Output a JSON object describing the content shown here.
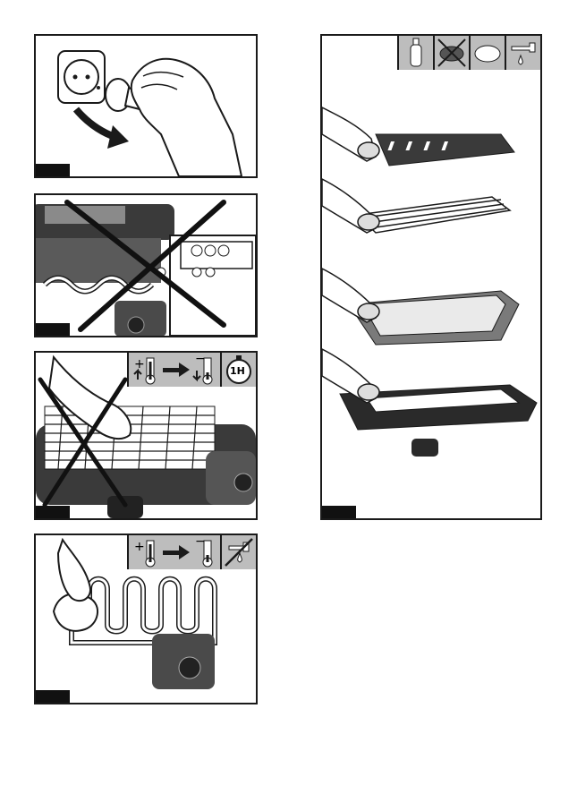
{
  "panels": [
    {
      "id": "unplug"
    },
    {
      "id": "no-dishwasher"
    },
    {
      "id": "cool-one-hour",
      "timer_label": "1H"
    },
    {
      "id": "wipe-element"
    },
    {
      "id": "wash-parts"
    }
  ],
  "thermo": {
    "hot_sign": "+",
    "cold_sign": "−"
  },
  "colors": {
    "line": "#1a1a1a",
    "icon_bg": "#bdbdbd",
    "dark": "#3a3a3a",
    "mid": "#7a7a7a"
  },
  "icons": [
    "plug-socket-icon",
    "no-dishwasher-icon",
    "thermometer-hot-icon",
    "arrow-right-icon",
    "thermometer-cold-icon",
    "timer-icon",
    "no-water-icon",
    "detergent-bottle-icon",
    "no-scourer-icon",
    "sponge-icon",
    "tap-icon"
  ]
}
